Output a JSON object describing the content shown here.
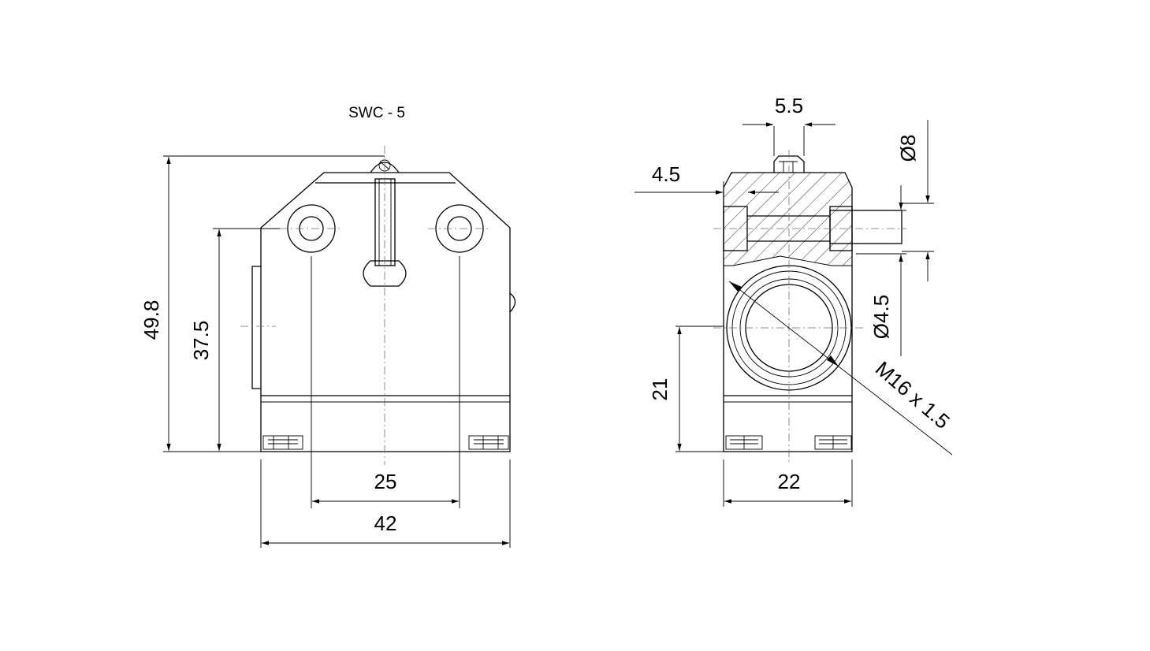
{
  "title": "SWC - 5",
  "front_view": {
    "height_total": "49.8",
    "height_mount": "37.5",
    "hole_spacing": "25",
    "width": "42"
  },
  "side_view": {
    "plunger_width": "5.5",
    "offset": "4.5",
    "rod_diameter": "Ø8",
    "hole_diameter": "Ø4.5",
    "thread": "M16 x 1.5",
    "conduit_height": "21",
    "width": "22"
  }
}
